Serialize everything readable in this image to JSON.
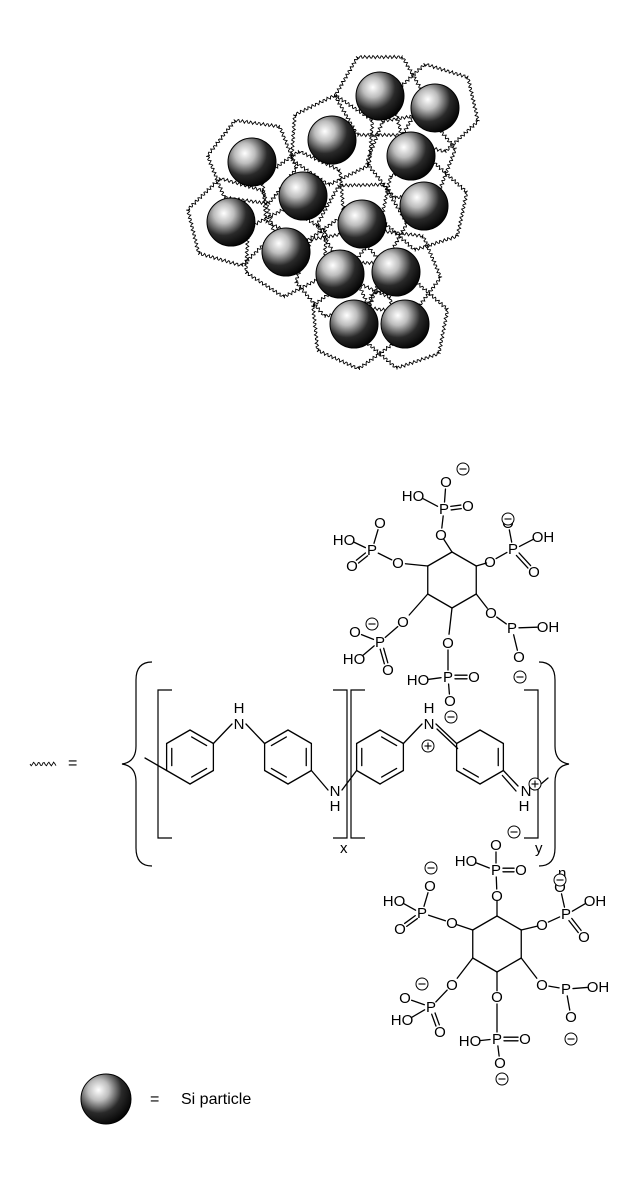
{
  "legend": {
    "equals": "=",
    "si_label": "Si particle"
  },
  "atoms": {
    "N": "N",
    "H": "H",
    "O": "O",
    "P": "P",
    "HO": "HO",
    "OH": "OH",
    "plus": "+",
    "minus": "−"
  },
  "polymer": {
    "x": "x",
    "y": "y",
    "n": "n"
  },
  "colors": {
    "particle_highlight": "#ffffff",
    "particle_mid": "#9a9a9a",
    "particle_dark": "#000000"
  }
}
